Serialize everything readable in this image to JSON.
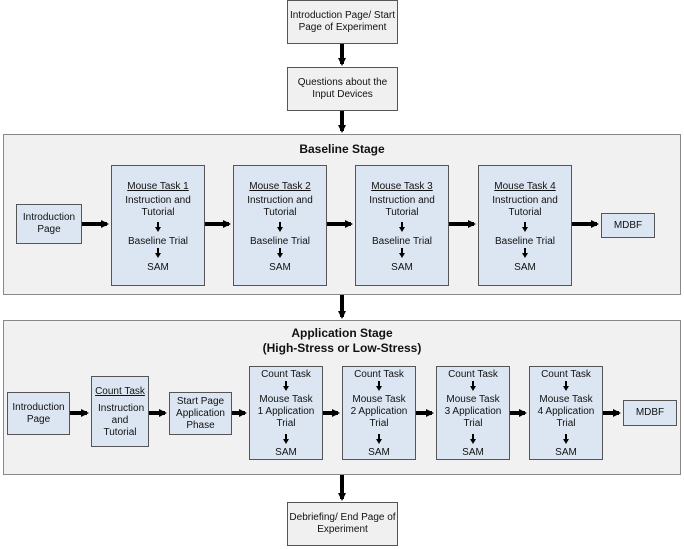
{
  "top": {
    "intro": "Introduction Page/ Start Page of Experiment",
    "questions": "Questions about the Input Devices",
    "debrief": "Debriefing/ End Page of Experiment"
  },
  "baseline": {
    "title": "Baseline Stage",
    "intro": "Introduction Page",
    "tasks": [
      {
        "name": "Mouse Task 1",
        "instr": "Instruction and Tutorial",
        "trial": "Baseline Trial",
        "sam": "SAM"
      },
      {
        "name": "Mouse Task 2",
        "instr": "Instruction and Tutorial",
        "trial": "Baseline Trial",
        "sam": "SAM"
      },
      {
        "name": "Mouse Task 3",
        "instr": "Instruction and Tutorial",
        "trial": "Baseline Trial",
        "sam": "SAM"
      },
      {
        "name": "Mouse Task 4",
        "instr": "Instruction and Tutorial",
        "trial": "Baseline Trial",
        "sam": "SAM"
      }
    ],
    "mdbf": "MDBF"
  },
  "application": {
    "title": "Application Stage",
    "subtitle": "(High-Stress or Low-Stress)",
    "intro": "Introduction Page",
    "count": {
      "name": "Count Task",
      "instr": "Instruction and Tutorial"
    },
    "start": "Start Page Application Phase",
    "tasks": [
      {
        "count": "Count Task",
        "name": "Mouse Task 1 Application Trial",
        "sam": "SAM"
      },
      {
        "count": "Count Task",
        "name": "Mouse Task 2 Application Trial",
        "sam": "SAM"
      },
      {
        "count": "Count Task",
        "name": "Mouse Task 3 Application Trial",
        "sam": "SAM"
      },
      {
        "count": "Count Task",
        "name": "Mouse Task 4 Application Trial",
        "sam": "SAM"
      }
    ],
    "mdbf": "MDBF"
  }
}
